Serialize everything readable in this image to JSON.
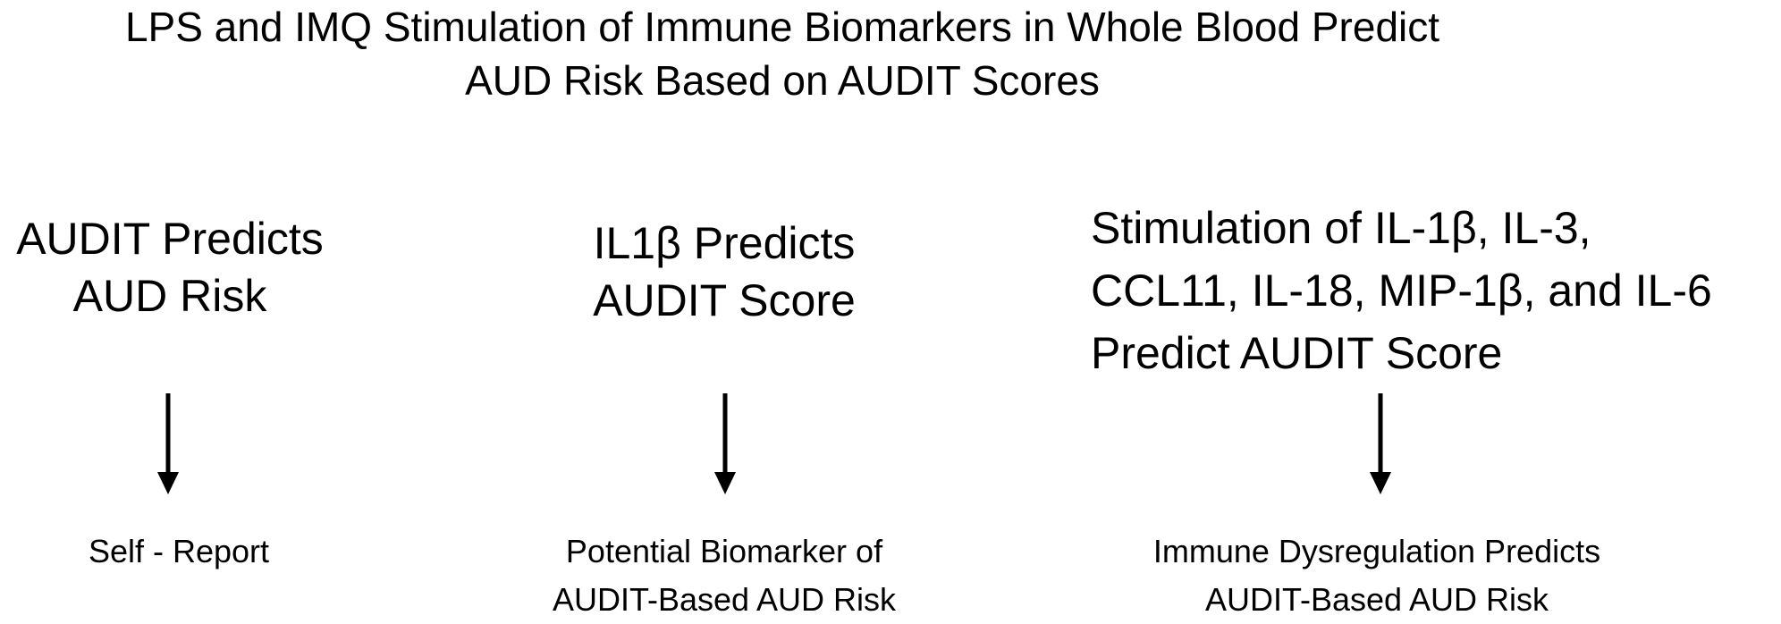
{
  "title": {
    "line1": "LPS and IMQ Stimulation of Immune Biomarkers in Whole Blood Predict",
    "line2": "AUD Risk Based on AUDIT Scores"
  },
  "columns": [
    {
      "heading": [
        "AUDIT Predicts",
        "AUD Risk"
      ],
      "footer": [
        "Self - Report"
      ]
    },
    {
      "heading": [
        "IL1β Predicts",
        "AUDIT Score"
      ],
      "footer": [
        "Potential Biomarker of",
        "AUDIT-Based AUD Risk"
      ]
    },
    {
      "heading": [
        "Stimulation of IL-1β, IL-3,",
        "CCL11, IL-18, MIP-1β, and IL-6",
        "Predict AUDIT Score"
      ],
      "footer": [
        "Immune Dysregulation Predicts",
        "AUDIT-Based AUD Risk"
      ]
    }
  ]
}
